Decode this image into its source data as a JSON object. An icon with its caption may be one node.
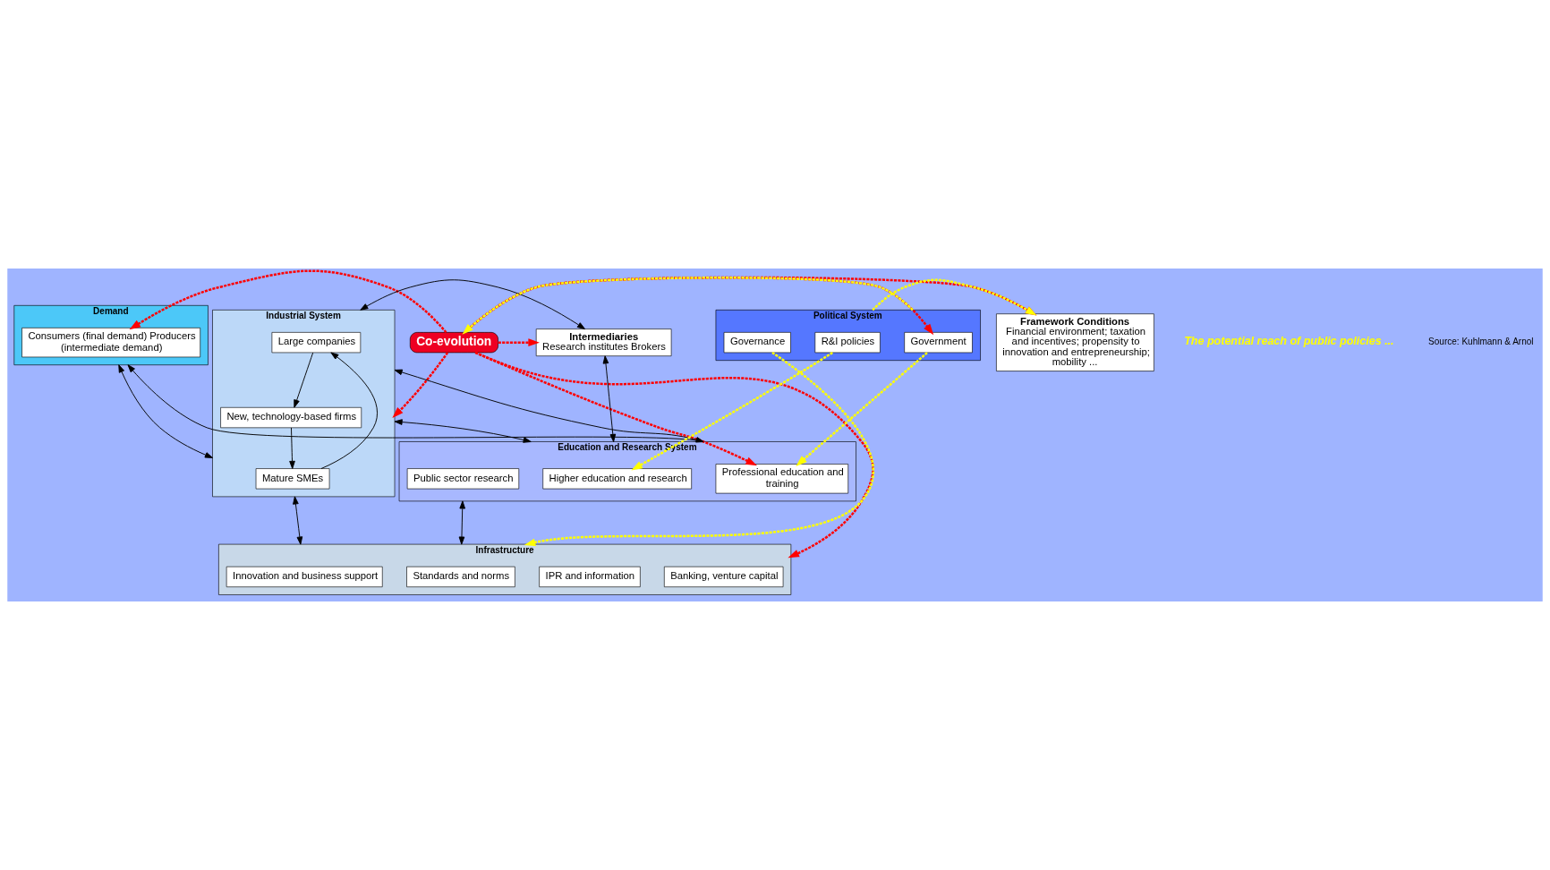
{
  "diagram": {
    "nodes": [
      {
        "text": [
          "Demand"
        ]
      },
      {
        "text": [
          "Consumers (final demand) Producers (intermediate demand)"
        ],
        "in": 0
      },
      {
        "text": [
          "Framework Conditions",
          "Financial environment; taxation and incentives; propensity to innovation and entrepreneurship; mobility ..."
        ]
      },
      {
        "text": [
          "Co-evolution"
        ]
      },
      {
        "text": [
          "Industrial System"
        ]
      },
      {
        "text": [
          "Large companies"
        ],
        "in": 4
      },
      {
        "text": [
          "Mature SMEs"
        ],
        "in": 4
      },
      {
        "text": [
          "New, technology-based firms"
        ],
        "in": 4
      },
      {
        "text": [
          "Intermediaries",
          "Research institutes Brokers"
        ]
      },
      {
        "text": [
          "Education and Research System"
        ]
      },
      {
        "text": [
          "Professional education and training"
        ],
        "in": 9
      },
      {
        "text": [
          "Higher education and research"
        ],
        "in": 9
      },
      {
        "text": [
          "Public sector research"
        ],
        "in": 9
      },
      {
        "text": [
          "Political System"
        ]
      },
      {
        "text": [
          "Government"
        ],
        "in": 13
      },
      {
        "text": [
          "R&I policies"
        ],
        "in": 13
      },
      {
        "text": [
          "Governance"
        ],
        "in": 13
      },
      {
        "text": [
          "Infrastructure"
        ]
      },
      {
        "text": [
          "Banking, venture capital"
        ],
        "in": 17
      },
      {
        "text": [
          "IPR and information"
        ],
        "in": 17
      },
      {
        "text": [
          "Innovation and business support"
        ],
        "in": 17
      },
      {
        "text": [
          "Standards and norms"
        ],
        "in": 17
      }
    ],
    "edges": [
      {
        "from": 0,
        "to": 4,
        "arrow": "both"
      },
      {
        "from": 4,
        "to": 17,
        "arrow": "both"
      },
      {
        "from": 9,
        "to": 17,
        "arrow": "both"
      },
      {
        "from": 9,
        "to": 0,
        "arrow": "to"
      },
      {
        "from": 4,
        "to": 9,
        "arrow": "both"
      },
      {
        "from": 4,
        "to": 8,
        "arrow": "both"
      },
      {
        "from": 8,
        "to": 9,
        "arrow": "both"
      },
      {
        "from": 4,
        "to": 9,
        "arrow": "both"
      },
      {
        "from": 6,
        "to": 5,
        "arrow": "to"
      },
      {
        "from": 7,
        "to": 6,
        "arrow": "to"
      },
      {
        "from": 5,
        "to": 7,
        "arrow": "to"
      },
      {
        "from": 3,
        "to": 1,
        "arrow": "to",
        "style": "dashed",
        "color": "#ff0000"
      },
      {
        "from": 3,
        "to": 4,
        "arrow": "to",
        "style": "dashed",
        "color": "#ff0000"
      },
      {
        "from": 3,
        "to": 8,
        "arrow": "to",
        "style": "dashed",
        "color": "#ff0000"
      },
      {
        "from": 3,
        "to": 10,
        "arrow": "to",
        "style": "dashed",
        "color": "#ff0000"
      },
      {
        "from": 3,
        "to": 17,
        "arrow": "to",
        "style": "dashed",
        "color": "#ff0000"
      },
      {
        "from": 3,
        "to": 2,
        "arrow": "to",
        "style": "dashed",
        "color": "#ff0000"
      },
      {
        "from": 3,
        "to": 14,
        "arrow": "to",
        "style": "dashed",
        "color": "#ff0000"
      },
      {
        "from": 13,
        "to": 3,
        "arrow": "to",
        "style": "dashed",
        "color": "#ffff00"
      },
      {
        "from": 13,
        "to": 2,
        "arrow": "to",
        "style": "dashed",
        "color": "#ffff00"
      },
      {
        "from": 14,
        "to": 10,
        "arrow": "to",
        "style": "dashed",
        "color": "#ffff00"
      },
      {
        "from": 15,
        "to": 11,
        "arrow": "to",
        "style": "dashed",
        "color": "#ffff00"
      },
      {
        "from": 16,
        "to": 17,
        "arrow": "to",
        "style": "dashed",
        "color": "#ffff00"
      }
    ],
    "labels": [
      "The potential reach of public policies ...",
      "Source: Kuhlmann & Arnol"
    ]
  }
}
